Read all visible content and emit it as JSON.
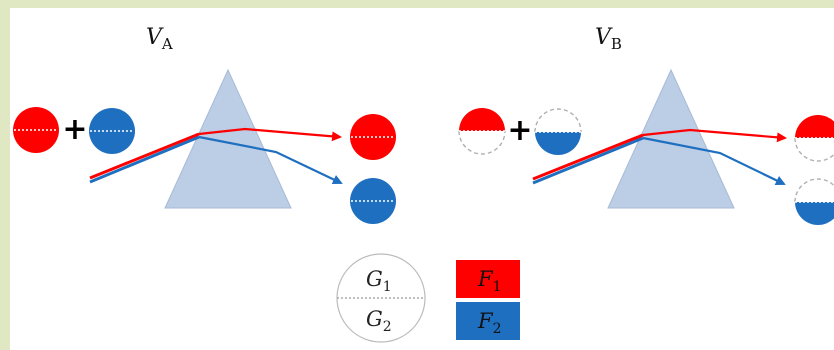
{
  "panels": [
    {
      "var": "V",
      "sub": "A"
    },
    {
      "var": "V",
      "sub": "B"
    }
  ],
  "legend": {
    "g1": {
      "var": "G",
      "sub": "1"
    },
    "g2": {
      "var": "G",
      "sub": "2"
    },
    "f1": {
      "var": "F",
      "sub": "1"
    },
    "f2": {
      "var": "F",
      "sub": "2"
    }
  },
  "plus_symbol": "+",
  "colors": {
    "outer_background": "#dfe8c2",
    "panel_background": "#ffffff",
    "red": "#ff0000",
    "blue": "#1f6fc0",
    "prism": "#bccde6",
    "prism_edge": "#a7bad6",
    "dashed": "#aaaaaa"
  }
}
